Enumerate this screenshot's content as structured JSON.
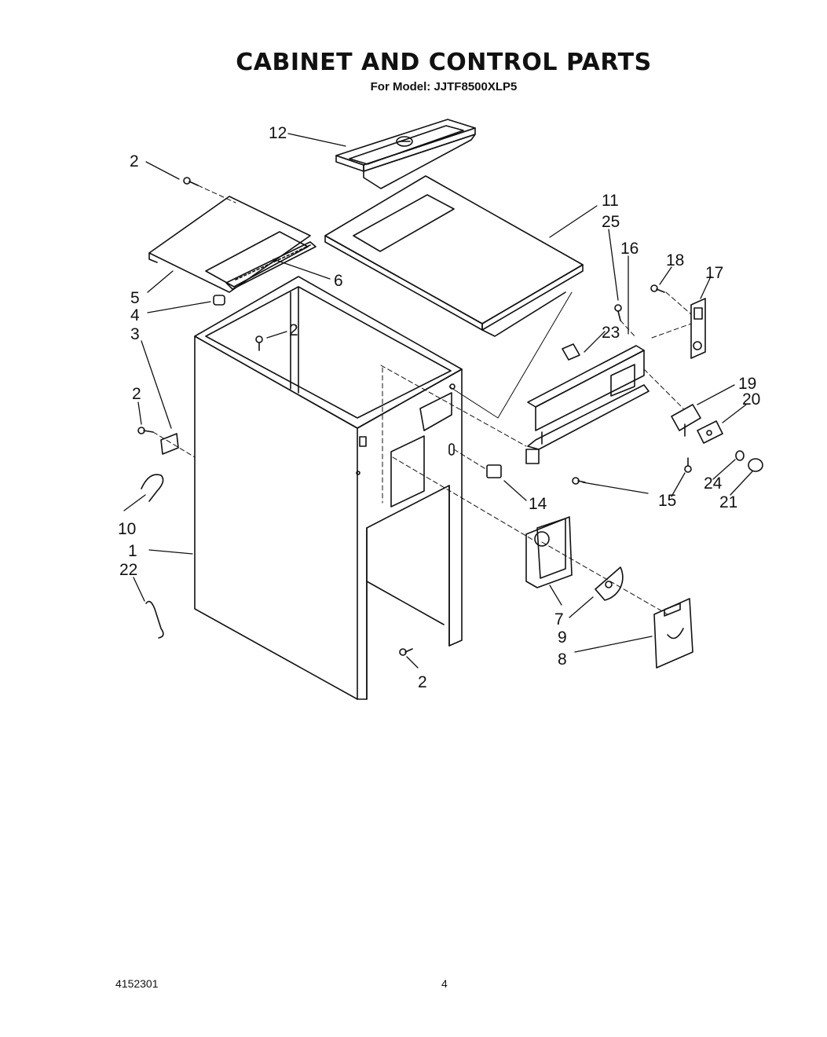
{
  "header": {
    "title": "CABINET AND CONTROL PARTS",
    "model_line": "For Model: JJTF8500XLP5"
  },
  "footer": {
    "doc_number": "4152301",
    "page_number": "4"
  },
  "callouts": {
    "c1": "1",
    "c2a": "2",
    "c2b": "2",
    "c2c": "2",
    "c2d": "2",
    "c3": "3",
    "c4": "4",
    "c5": "5",
    "c6": "6",
    "c7": "7",
    "c8": "8",
    "c9": "9",
    "c10": "10",
    "c11": "11",
    "c12": "12",
    "c14": "14",
    "c15": "15",
    "c16": "16",
    "c17": "17",
    "c18": "18",
    "c19": "19",
    "c20": "20",
    "c21": "21",
    "c22": "22",
    "c23": "23",
    "c24": "24",
    "c25": "25"
  }
}
